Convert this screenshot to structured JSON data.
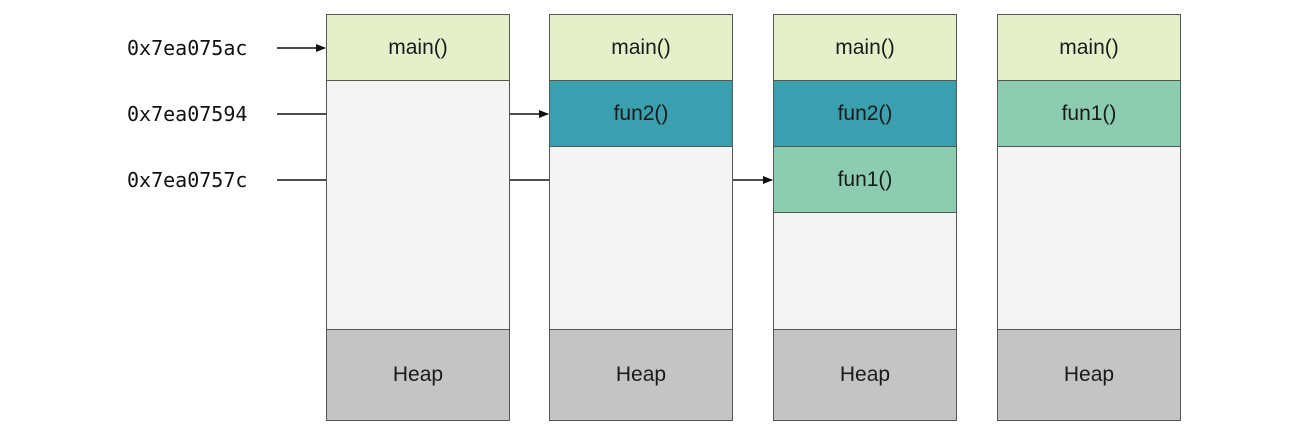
{
  "addresses": [
    "0x7ea075ac",
    "0x7ea07594",
    "0x7ea0757c"
  ],
  "columns": [
    {
      "frames": [
        "main()"
      ],
      "heap": "Heap"
    },
    {
      "frames": [
        "main()",
        "fun2()"
      ],
      "heap": "Heap"
    },
    {
      "frames": [
        "main()",
        "fun2()",
        "fun1()"
      ],
      "heap": "Heap"
    },
    {
      "frames": [
        "main()",
        "fun1()"
      ],
      "heap": "Heap"
    }
  ],
  "colors": {
    "main": "#e5f0cb",
    "fun2": "#3a9fae",
    "fun1": "#8ccdb1",
    "empty_stack": "#f4f4f4",
    "heap": "#c4c4c4"
  }
}
